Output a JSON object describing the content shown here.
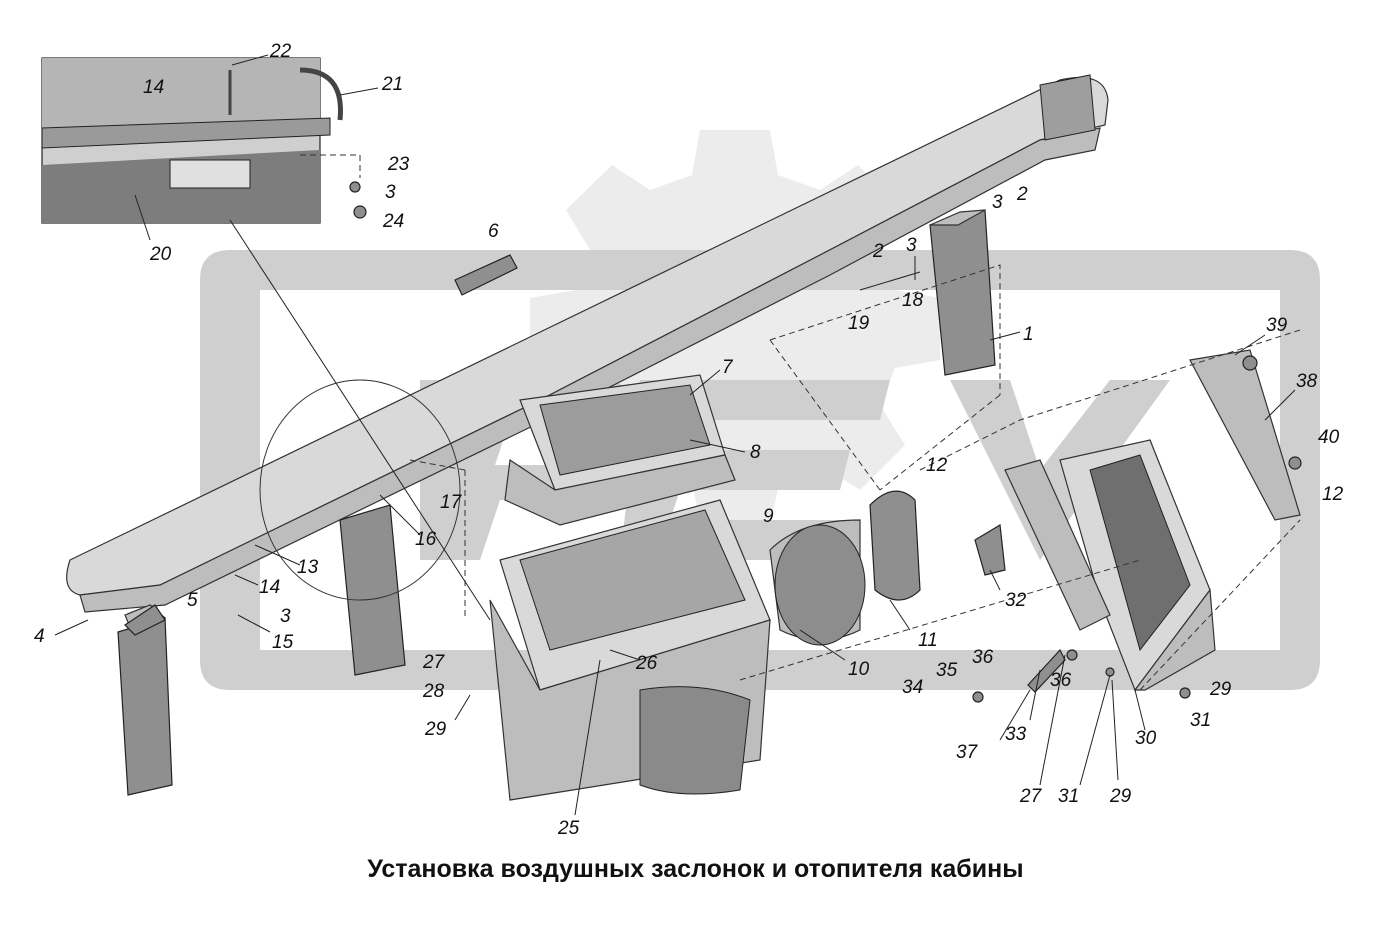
{
  "caption": "Установка воздушных заслонок и отопителя кабины",
  "callouts": [
    {
      "id": "c22",
      "text": "22"
    },
    {
      "id": "c14a",
      "text": "14"
    },
    {
      "id": "c21",
      "text": "21"
    },
    {
      "id": "c23",
      "text": "23"
    },
    {
      "id": "c3a",
      "text": "3"
    },
    {
      "id": "c24",
      "text": "24"
    },
    {
      "id": "c20",
      "text": "20"
    },
    {
      "id": "c3b",
      "text": "3"
    },
    {
      "id": "c2a",
      "text": "2"
    },
    {
      "id": "c2b",
      "text": "2"
    },
    {
      "id": "c3c",
      "text": "3"
    },
    {
      "id": "c6",
      "text": "6"
    },
    {
      "id": "c18",
      "text": "18"
    },
    {
      "id": "c19",
      "text": "19"
    },
    {
      "id": "c1",
      "text": "1"
    },
    {
      "id": "c39",
      "text": "39"
    },
    {
      "id": "c38",
      "text": "38"
    },
    {
      "id": "c7",
      "text": "7"
    },
    {
      "id": "c8",
      "text": "8"
    },
    {
      "id": "c40",
      "text": "40"
    },
    {
      "id": "c12a",
      "text": "12"
    },
    {
      "id": "c12b",
      "text": "12"
    },
    {
      "id": "c17",
      "text": "17"
    },
    {
      "id": "c9",
      "text": "9"
    },
    {
      "id": "c16",
      "text": "16"
    },
    {
      "id": "c13",
      "text": "13"
    },
    {
      "id": "c14b",
      "text": "14"
    },
    {
      "id": "c5",
      "text": "5"
    },
    {
      "id": "c3d",
      "text": "3"
    },
    {
      "id": "c4",
      "text": "4"
    },
    {
      "id": "c15",
      "text": "15"
    },
    {
      "id": "c11",
      "text": "11"
    },
    {
      "id": "c32",
      "text": "32"
    },
    {
      "id": "c27a",
      "text": "27"
    },
    {
      "id": "c26",
      "text": "26"
    },
    {
      "id": "c10",
      "text": "10"
    },
    {
      "id": "c36a",
      "text": "36"
    },
    {
      "id": "c35",
      "text": "35"
    },
    {
      "id": "c28",
      "text": "28"
    },
    {
      "id": "c36b",
      "text": "36"
    },
    {
      "id": "c29a",
      "text": "29"
    },
    {
      "id": "c34",
      "text": "34"
    },
    {
      "id": "c29b",
      "text": "29"
    },
    {
      "id": "c31a",
      "text": "31"
    },
    {
      "id": "c30",
      "text": "30"
    },
    {
      "id": "c37",
      "text": "37"
    },
    {
      "id": "c33",
      "text": "33"
    },
    {
      "id": "c25",
      "text": "25"
    },
    {
      "id": "c27b",
      "text": "27"
    },
    {
      "id": "c31b",
      "text": "31"
    },
    {
      "id": "c29c",
      "text": "29"
    }
  ]
}
